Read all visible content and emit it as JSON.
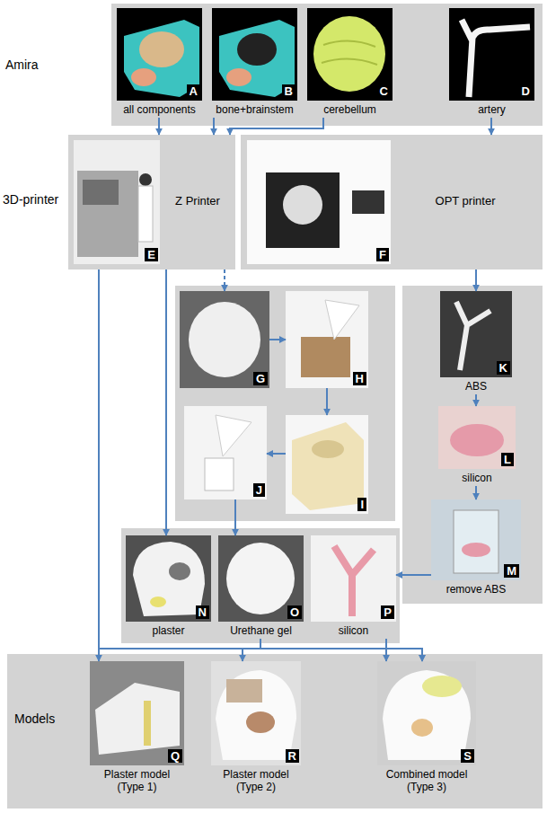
{
  "diagram": {
    "nodes": [
      {
        "text": [
          "A",
          "all components"
        ]
      },
      {
        "text": [
          "B",
          "bone+brainstem"
        ]
      },
      {
        "text": [
          "C",
          "cerebellum"
        ]
      },
      {
        "text": [
          "D",
          "artery"
        ]
      },
      {
        "text": [
          "E",
          "Z Printer"
        ]
      },
      {
        "text": [
          "F",
          "OPT printer"
        ]
      },
      {
        "text": [
          "G"
        ]
      },
      {
        "text": [
          "H"
        ]
      },
      {
        "text": [
          "I"
        ]
      },
      {
        "text": [
          "J"
        ]
      },
      {
        "text": [
          "K",
          "ABS"
        ]
      },
      {
        "text": [
          "L",
          "silicon"
        ]
      },
      {
        "text": [
          "M",
          "remove ABS"
        ]
      },
      {
        "text": [
          "N",
          "plaster"
        ]
      },
      {
        "text": [
          "O",
          "Urethane gel"
        ]
      },
      {
        "text": [
          "P",
          "silicon"
        ]
      },
      {
        "text": [
          "Q",
          "Plaster model (Type 1)"
        ]
      },
      {
        "text": [
          "R",
          "Plaster model (Type 2)"
        ]
      },
      {
        "text": [
          "S",
          "Combined model (Type 3)"
        ]
      }
    ],
    "edges": [
      {
        "from": 0,
        "to": 4,
        "arrow": "to"
      },
      {
        "from": 1,
        "to": 4,
        "arrow": "to"
      },
      {
        "from": 2,
        "to": 4,
        "arrow": "to"
      },
      {
        "from": 3,
        "to": 5,
        "arrow": "to"
      },
      {
        "from": 4,
        "to": 6,
        "arrow": "to"
      },
      {
        "from": 4,
        "to": 13,
        "arrow": "to"
      },
      {
        "from": 4,
        "to": 16,
        "arrow": "to"
      },
      {
        "from": 4,
        "to": 17,
        "arrow": "to"
      },
      {
        "from": 4,
        "to": 18,
        "arrow": "to"
      },
      {
        "from": 5,
        "to": 10,
        "arrow": "to"
      },
      {
        "from": 6,
        "to": 7,
        "arrow": "to"
      },
      {
        "from": 7,
        "to": 8,
        "arrow": "to"
      },
      {
        "from": 8,
        "to": 9,
        "arrow": "to"
      },
      {
        "from": 9,
        "to": 14,
        "arrow": "to"
      },
      {
        "from": 10,
        "to": 11,
        "arrow": "to"
      },
      {
        "from": 11,
        "to": 12,
        "arrow": "to"
      },
      {
        "from": 12,
        "to": 15,
        "arrow": "to"
      },
      {
        "from": 14,
        "to": 18,
        "arrow": "to"
      },
      {
        "from": 15,
        "to": 18,
        "arrow": "to"
      }
    ],
    "labels": [
      "Amira",
      "3D-printer",
      "Models"
    ]
  }
}
